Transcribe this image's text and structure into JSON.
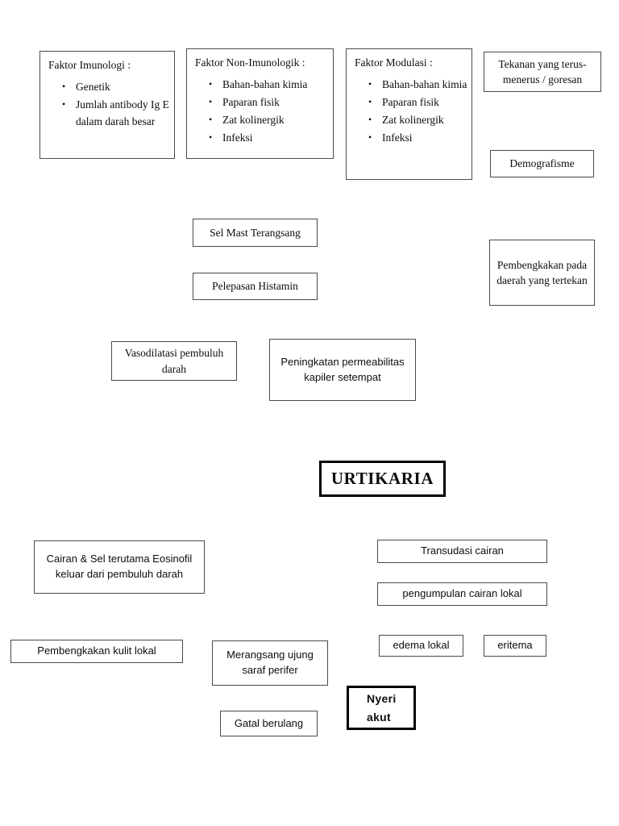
{
  "diagram": {
    "title": "URTIKARIA",
    "factor_boxes": [
      {
        "id": "faktor-imunologi",
        "title": "Faktor Imunologi :",
        "items": [
          "Genetik",
          "Jumlah antibody Ig E dalam darah besar"
        ]
      },
      {
        "id": "faktor-non-imunologik",
        "title": "Faktor Non-Imunologik :",
        "items": [
          "Bahan-bahan kimia",
          "Paparan fisik",
          "Zat kolinergik",
          "Infeksi"
        ]
      },
      {
        "id": "faktor-modulasi",
        "title": "Faktor Modulasi :",
        "items": [
          "Bahan-bahan kimia",
          "Paparan fisik",
          "Zat kolinergik",
          "Infeksi"
        ]
      }
    ],
    "nodes": {
      "tekanan": "Tekanan yang terus-menerus / goresan",
      "demografisme": "Demografisme",
      "sel_mast": "Sel Mast Terangsang",
      "pelepasan_histamin": "Pelepasan Histamin",
      "pembengkakan_tertekan": "Pembengkakan pada daerah yang tertekan",
      "vasodilatasi": "Vasodilatasi pembuluh darah",
      "peningkatan_permeabilitas": "Peningkatan permeabilitas kapiler setempat",
      "urtikaria": "URTIKARIA",
      "cairan_sel": "Cairan & Sel terutama Eosinofil keluar dari pembuluh darah",
      "transudasi": "Transudasi cairan",
      "pengumpulan": "pengumpulan cairan lokal",
      "pembengkakan_kulit": "Pembengkakan kulit lokal",
      "merangsang_saraf": "Merangsang ujung saraf perifer",
      "edema_lokal": "edema lokal",
      "eritema": "eritema",
      "nyeri_akut": "Nyeri akut",
      "gatal_berulang": "Gatal berulang"
    },
    "bullet_glyph": "•",
    "colors": {
      "background": "#ffffff",
      "border": "#4a4a4a",
      "emphasis_border": "#000000",
      "text": "#0d0d0d"
    }
  }
}
